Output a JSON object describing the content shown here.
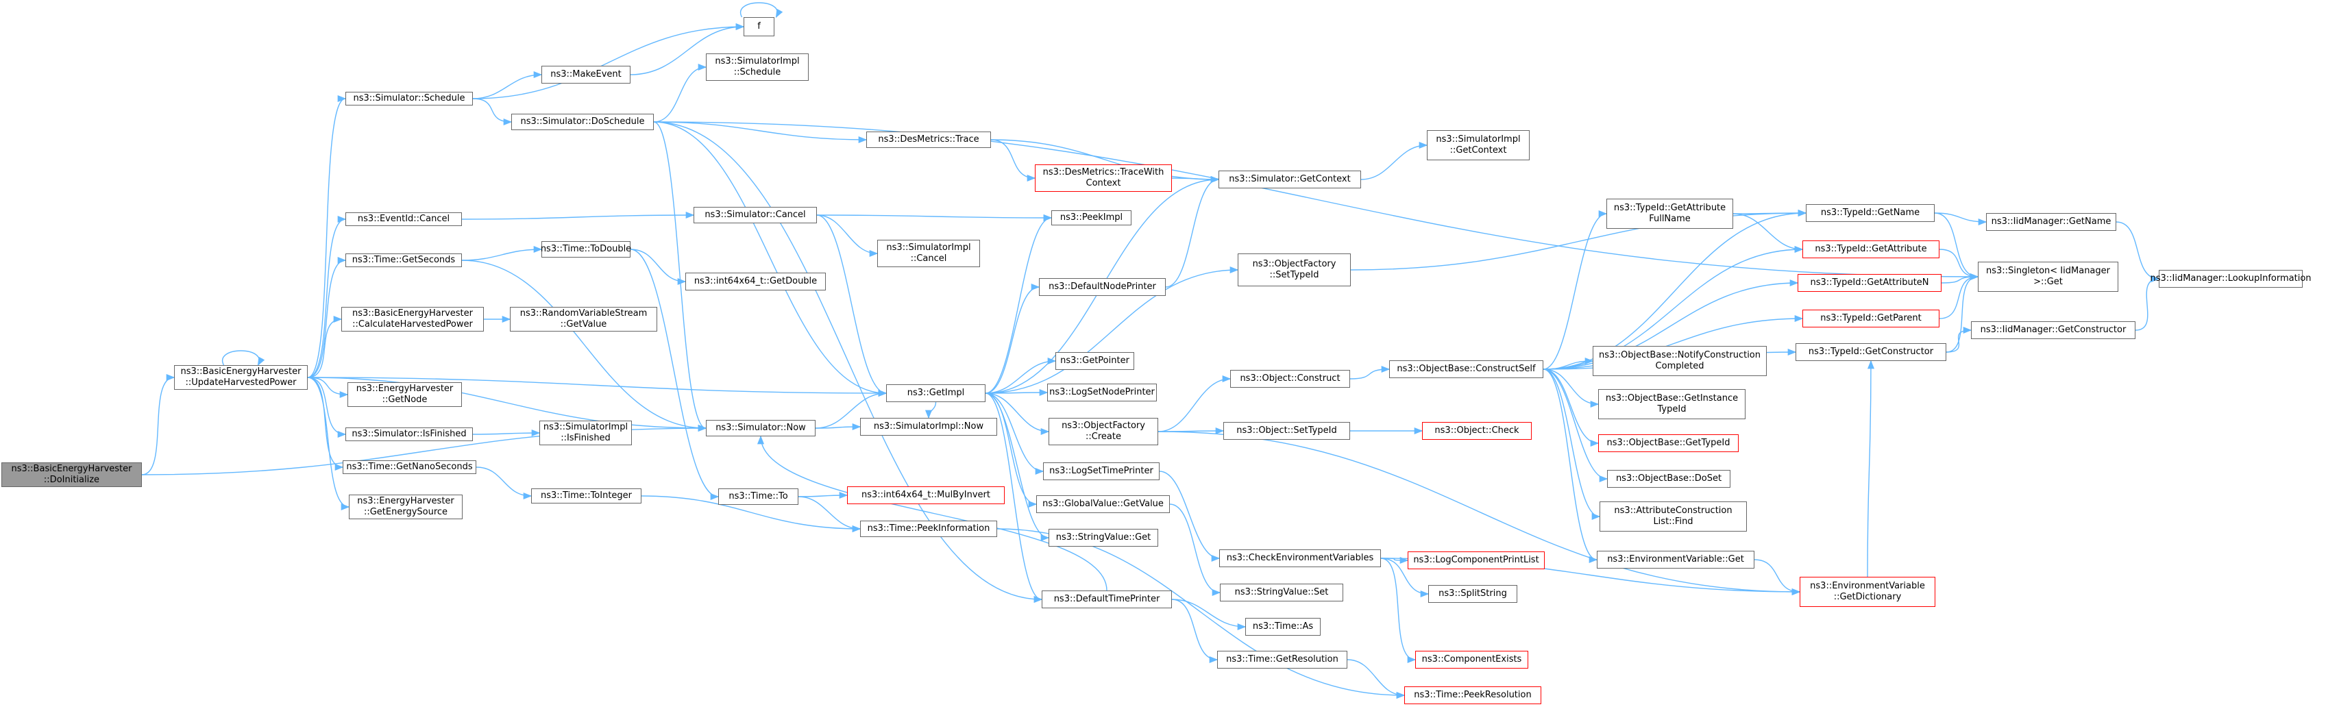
{
  "colors": {
    "edge": "#63b8ff",
    "border": "#666666",
    "truncated_border": "#ff0000",
    "root_fill": "#999999"
  },
  "nodes": [
    {
      "id": "root",
      "lines": [
        "ns3::BasicEnergyHarvester",
        "::DoInitialize"
      ],
      "root": true
    },
    {
      "id": "uhp",
      "lines": [
        "ns3::BasicEnergyHarvester",
        "::UpdateHarvestedPower"
      ]
    },
    {
      "id": "sched",
      "lines": [
        "ns3::Simulator::Schedule"
      ]
    },
    {
      "id": "evcancel",
      "lines": [
        "ns3::EventId::Cancel"
      ]
    },
    {
      "id": "getsec",
      "lines": [
        "ns3::Time::GetSeconds"
      ]
    },
    {
      "id": "chp",
      "lines": [
        "ns3::BasicEnergyHarvester",
        "::CalculateHarvestedPower"
      ]
    },
    {
      "id": "ehnode",
      "lines": [
        "ns3::EnergyHarvester",
        "::GetNode"
      ]
    },
    {
      "id": "isfin",
      "lines": [
        "ns3::Simulator::IsFinished"
      ]
    },
    {
      "id": "getnano",
      "lines": [
        "ns3::Time::GetNanoSeconds"
      ]
    },
    {
      "id": "ehsrc",
      "lines": [
        "ns3::EnergyHarvester",
        "::GetEnergySource"
      ]
    },
    {
      "id": "f",
      "lines": [
        "f"
      ]
    },
    {
      "id": "makeev",
      "lines": [
        "ns3::MakeEvent"
      ]
    },
    {
      "id": "sischedule",
      "lines": [
        "ns3::SimulatorImpl",
        "::Schedule"
      ]
    },
    {
      "id": "dosched",
      "lines": [
        "ns3::Simulator::DoSchedule"
      ]
    },
    {
      "id": "simcancel",
      "lines": [
        "ns3::Simulator::Cancel"
      ]
    },
    {
      "id": "todouble",
      "lines": [
        "ns3::Time::ToDouble"
      ]
    },
    {
      "id": "i64double",
      "lines": [
        "ns3::int64x64_t::GetDouble"
      ]
    },
    {
      "id": "rvs",
      "lines": [
        "ns3::RandomVariableStream",
        "::GetValue"
      ]
    },
    {
      "id": "simnow",
      "lines": [
        "ns3::Simulator::Now"
      ]
    },
    {
      "id": "siisfin",
      "lines": [
        "ns3::SimulatorImpl",
        "::IsFinished"
      ]
    },
    {
      "id": "tointeger",
      "lines": [
        "ns3::Time::ToInteger"
      ]
    },
    {
      "id": "timeto",
      "lines": [
        "ns3::Time::To"
      ]
    },
    {
      "id": "peekinfo",
      "lines": [
        "ns3::Time::PeekInformation"
      ]
    },
    {
      "id": "desmtrace",
      "lines": [
        "ns3::DesMetrics::Trace"
      ]
    },
    {
      "id": "desmtwc",
      "lines": [
        "ns3::DesMetrics::TraceWith",
        "Context"
      ],
      "truncated": true
    },
    {
      "id": "sicancel",
      "lines": [
        "ns3::SimulatorImpl",
        "::Cancel"
      ]
    },
    {
      "id": "peekimpl",
      "lines": [
        "ns3::PeekImpl"
      ]
    },
    {
      "id": "defnodeprinter",
      "lines": [
        "ns3::DefaultNodePrinter"
      ]
    },
    {
      "id": "getimpl",
      "lines": [
        "ns3::GetImpl"
      ]
    },
    {
      "id": "getpointer",
      "lines": [
        "ns3::GetPointer"
      ]
    },
    {
      "id": "logsetnode",
      "lines": [
        "ns3::LogSetNodePrinter"
      ]
    },
    {
      "id": "ofcreate",
      "lines": [
        "ns3::ObjectFactory",
        "::Create"
      ]
    },
    {
      "id": "sinow",
      "lines": [
        "ns3::SimulatorImpl::Now"
      ]
    },
    {
      "id": "i64mbi",
      "lines": [
        "ns3::int64x64_t::MulByInvert"
      ],
      "truncated": true
    },
    {
      "id": "logsettime",
      "lines": [
        "ns3::LogSetTimePrinter"
      ]
    },
    {
      "id": "gvgetvalue",
      "lines": [
        "ns3::GlobalValue::GetValue"
      ]
    },
    {
      "id": "strvalget",
      "lines": [
        "ns3::StringValue::Get"
      ]
    },
    {
      "id": "deftimeprinter",
      "lines": [
        "ns3::DefaultTimePrinter"
      ]
    },
    {
      "id": "simgetctx",
      "lines": [
        "ns3::Simulator::GetContext"
      ]
    },
    {
      "id": "sigetctx",
      "lines": [
        "ns3::SimulatorImpl",
        "::GetContext"
      ]
    },
    {
      "id": "ofsettypeid",
      "lines": [
        "ns3::ObjectFactory",
        "::SetTypeId"
      ]
    },
    {
      "id": "objconstruct",
      "lines": [
        "ns3::Object::Construct"
      ]
    },
    {
      "id": "objsettypeid",
      "lines": [
        "ns3::Object::SetTypeId"
      ]
    },
    {
      "id": "checkenv",
      "lines": [
        "ns3::CheckEnvironmentVariables"
      ]
    },
    {
      "id": "strvalset",
      "lines": [
        "ns3::StringValue::Set"
      ]
    },
    {
      "id": "timeas",
      "lines": [
        "ns3::Time::As"
      ]
    },
    {
      "id": "getres",
      "lines": [
        "ns3::Time::GetResolution"
      ]
    },
    {
      "id": "obcself",
      "lines": [
        "ns3::ObjectBase::ConstructSelf"
      ]
    },
    {
      "id": "objcheck",
      "lines": [
        "ns3::Object::Check"
      ],
      "truncated": true
    },
    {
      "id": "logcpl",
      "lines": [
        "ns3::LogComponentPrintList"
      ],
      "truncated": true
    },
    {
      "id": "splitstring",
      "lines": [
        "ns3::SplitString"
      ]
    },
    {
      "id": "compexists",
      "lines": [
        "ns3::ComponentExists"
      ],
      "truncated": true
    },
    {
      "id": "peekres",
      "lines": [
        "ns3::Time::PeekResolution"
      ],
      "truncated": true
    },
    {
      "id": "tidgafn",
      "lines": [
        "ns3::TypeId::GetAttribute",
        "FullName"
      ]
    },
    {
      "id": "obnotify",
      "lines": [
        "ns3::ObjectBase::NotifyConstruction",
        "Completed"
      ]
    },
    {
      "id": "obgit",
      "lines": [
        "ns3::ObjectBase::GetInstance",
        "TypeId"
      ]
    },
    {
      "id": "obgettid",
      "lines": [
        "ns3::ObjectBase::GetTypeId"
      ],
      "truncated": true
    },
    {
      "id": "obdoset",
      "lines": [
        "ns3::ObjectBase::DoSet"
      ]
    },
    {
      "id": "aclfind",
      "lines": [
        "ns3::AttributeConstruction",
        "List::Find"
      ]
    },
    {
      "id": "envget",
      "lines": [
        "ns3::EnvironmentVariable::Get"
      ]
    },
    {
      "id": "tidgetname",
      "lines": [
        "ns3::TypeId::GetName"
      ]
    },
    {
      "id": "tidgetattr",
      "lines": [
        "ns3::TypeId::GetAttribute"
      ],
      "truncated": true
    },
    {
      "id": "tidgetattrn",
      "lines": [
        "ns3::TypeId::GetAttributeN"
      ],
      "truncated": true
    },
    {
      "id": "tidgetparent",
      "lines": [
        "ns3::TypeId::GetParent"
      ],
      "truncated": true
    },
    {
      "id": "tidgetctor",
      "lines": [
        "ns3::TypeId::GetConstructor"
      ]
    },
    {
      "id": "envdict",
      "lines": [
        "ns3::EnvironmentVariable",
        "::GetDictionary"
      ],
      "truncated": true
    },
    {
      "id": "singleton",
      "lines": [
        "ns3::Singleton< IidManager",
        " >::Get"
      ]
    },
    {
      "id": "iidgetname",
      "lines": [
        "ns3::IidManager::GetName"
      ]
    },
    {
      "id": "iidgetctor",
      "lines": [
        "ns3::IidManager::GetConstructor"
      ]
    },
    {
      "id": "iidlookup",
      "lines": [
        "ns3::IidManager::LookupInformation"
      ]
    }
  ],
  "edges": [
    [
      "root",
      "uhp"
    ],
    [
      "root",
      "simnow"
    ],
    [
      "uhp",
      "uhp"
    ],
    [
      "uhp",
      "sched"
    ],
    [
      "uhp",
      "evcancel"
    ],
    [
      "uhp",
      "getsec"
    ],
    [
      "uhp",
      "chp"
    ],
    [
      "uhp",
      "ehnode"
    ],
    [
      "uhp",
      "isfin"
    ],
    [
      "uhp",
      "getnano"
    ],
    [
      "uhp",
      "ehsrc"
    ],
    [
      "uhp",
      "simnow"
    ],
    [
      "uhp",
      "getimpl"
    ],
    [
      "sched",
      "f"
    ],
    [
      "sched",
      "makeev"
    ],
    [
      "sched",
      "dosched"
    ],
    [
      "makeev",
      "f"
    ],
    [
      "f",
      "f"
    ],
    [
      "dosched",
      "sischedule"
    ],
    [
      "dosched",
      "desmtrace"
    ],
    [
      "dosched",
      "getimpl"
    ],
    [
      "dosched",
      "simnow"
    ],
    [
      "dosched",
      "singleton"
    ],
    [
      "dosched",
      "deftimeprinter"
    ],
    [
      "evcancel",
      "simcancel"
    ],
    [
      "simcancel",
      "sicancel"
    ],
    [
      "simcancel",
      "peekimpl"
    ],
    [
      "simcancel",
      "getimpl"
    ],
    [
      "getsec",
      "todouble"
    ],
    [
      "getsec",
      "simnow"
    ],
    [
      "todouble",
      "i64double"
    ],
    [
      "todouble",
      "timeto"
    ],
    [
      "chp",
      "rvs"
    ],
    [
      "isfin",
      "siisfin"
    ],
    [
      "getnano",
      "tointeger"
    ],
    [
      "tointeger",
      "peekinfo"
    ],
    [
      "timeto",
      "i64mbi"
    ],
    [
      "timeto",
      "peekinfo"
    ],
    [
      "peekinfo",
      "peekres"
    ],
    [
      "simnow",
      "getimpl"
    ],
    [
      "simnow",
      "sinow"
    ],
    [
      "desmtrace",
      "desmtwc"
    ],
    [
      "desmtrace",
      "simgetctx"
    ],
    [
      "desmtwc",
      "simgetctx"
    ],
    [
      "simgetctx",
      "sigetctx"
    ],
    [
      "defnodeprinter",
      "simgetctx"
    ],
    [
      "getimpl",
      "peekimpl"
    ],
    [
      "getimpl",
      "defnodeprinter"
    ],
    [
      "getimpl",
      "getpointer"
    ],
    [
      "getimpl",
      "logsetnode"
    ],
    [
      "getimpl",
      "ofcreate"
    ],
    [
      "getimpl",
      "sinow"
    ],
    [
      "getimpl",
      "logsettime"
    ],
    [
      "getimpl",
      "gvgetvalue"
    ],
    [
      "getimpl",
      "strvalget"
    ],
    [
      "getimpl",
      "deftimeprinter"
    ],
    [
      "getimpl",
      "ofsettypeid"
    ],
    [
      "getimpl",
      "simgetctx"
    ],
    [
      "ofcreate",
      "objconstruct"
    ],
    [
      "ofcreate",
      "objsettypeid"
    ],
    [
      "ofcreate",
      "envdict"
    ],
    [
      "ofsettypeid",
      "tidgetname"
    ],
    [
      "objconstruct",
      "obcself"
    ],
    [
      "objsettypeid",
      "objcheck"
    ],
    [
      "logsettime",
      "checkenv"
    ],
    [
      "gvgetvalue",
      "strvalset"
    ],
    [
      "deftimeprinter",
      "simnow"
    ],
    [
      "deftimeprinter",
      "timeas"
    ],
    [
      "deftimeprinter",
      "getres"
    ],
    [
      "checkenv",
      "logcpl"
    ],
    [
      "checkenv",
      "splitstring"
    ],
    [
      "checkenv",
      "compexists"
    ],
    [
      "checkenv",
      "envdict"
    ],
    [
      "getres",
      "peekres"
    ],
    [
      "obcself",
      "tidgafn"
    ],
    [
      "obcself",
      "tidgetname"
    ],
    [
      "obcself",
      "tidgetattr"
    ],
    [
      "obcself",
      "tidgetattrn"
    ],
    [
      "obcself",
      "tidgetparent"
    ],
    [
      "obcself",
      "obnotify"
    ],
    [
      "obcself",
      "obgit"
    ],
    [
      "obcself",
      "obgettid"
    ],
    [
      "obcself",
      "obdoset"
    ],
    [
      "obcself",
      "aclfind"
    ],
    [
      "obcself",
      "envget"
    ],
    [
      "obcself",
      "tidgetctor"
    ],
    [
      "tidgafn",
      "tidgetname"
    ],
    [
      "tidgafn",
      "tidgetattr"
    ],
    [
      "envget",
      "envdict"
    ],
    [
      "tidgetname",
      "iidgetname"
    ],
    [
      "tidgetname",
      "singleton"
    ],
    [
      "tidgetattr",
      "singleton"
    ],
    [
      "tidgetattrn",
      "singleton"
    ],
    [
      "tidgetparent",
      "singleton"
    ],
    [
      "tidgetctor",
      "iidgetctor"
    ],
    [
      "tidgetctor",
      "singleton"
    ],
    [
      "envdict",
      "tidgetctor"
    ],
    [
      "iidgetname",
      "iidlookup"
    ],
    [
      "iidgetctor",
      "iidlookup"
    ]
  ]
}
